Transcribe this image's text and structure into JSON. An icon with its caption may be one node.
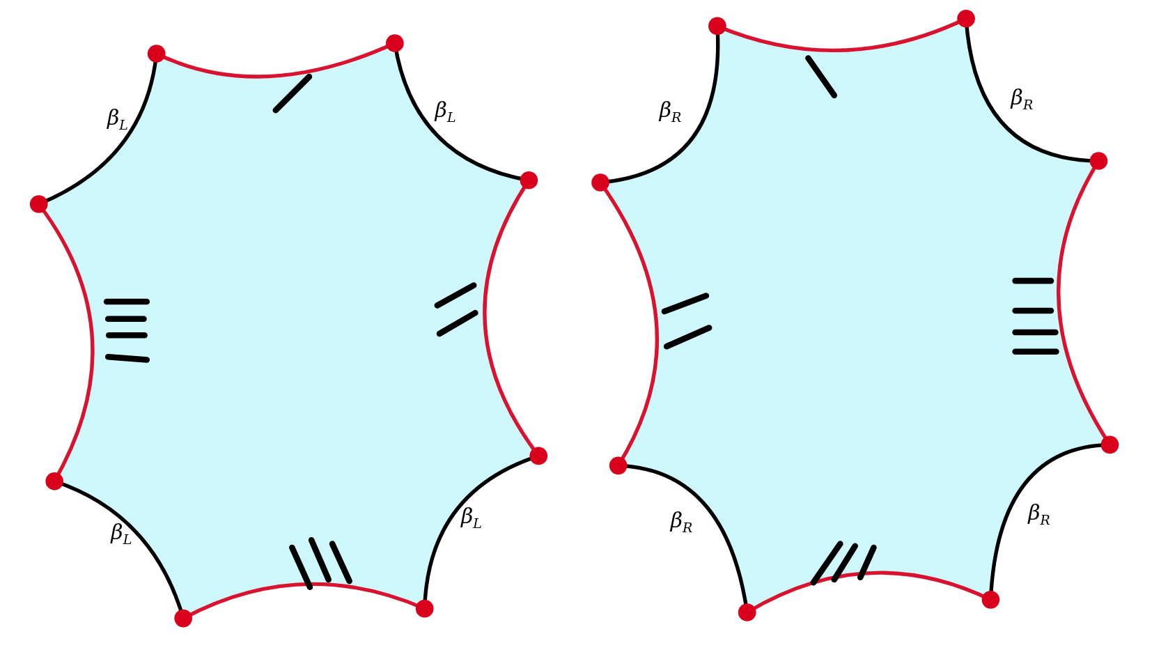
{
  "diagram": {
    "labels": [
      "β$_{L}$",
      "β$_{L}$",
      "β$_{L}$",
      "β$_{L}$",
      "β$_{R}$",
      "β$_{R}$",
      "β$_{R}$",
      "β$_{R}$"
    ]
  }
}
